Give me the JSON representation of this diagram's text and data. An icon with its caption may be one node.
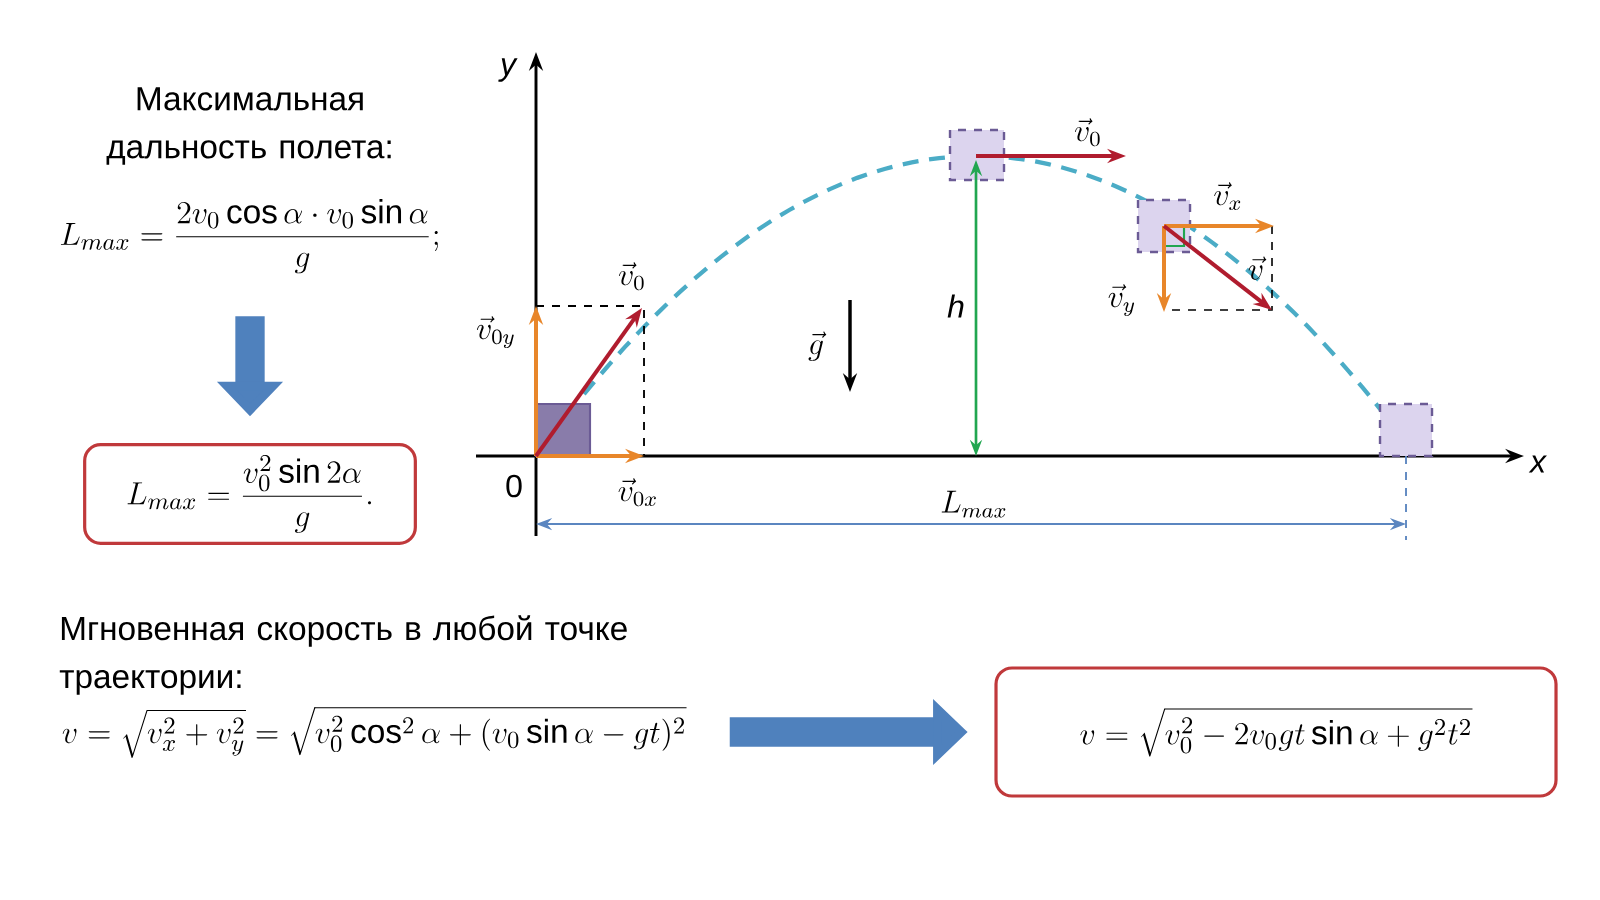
{
  "diagram": {
    "nodes": [
      {
        "text": [
          "L_{max} = \\frac{2v_0\\cos\\alpha\\cdot v_0\\sin\\alpha}{g};"
        ]
      },
      {
        "text": [
          "L_{max} = \\frac{v_0^2\\sin 2\\alpha}{g}."
        ]
      },
      {
        "text": [
          "v = \\sqrt{v_x^2+v_y^2} = \\sqrt{v_0^2\\cos^2\\alpha + (v_0\\sin\\alpha - gt)^2}"
        ]
      },
      {
        "text": [
          "v = \\sqrt{v_0^2 - 2v_0gt\\sin\\alpha + g^2t^2}"
        ]
      }
    ],
    "edges": [
      {
        "from": 0,
        "to": 1,
        "arrow": "to"
      },
      {
        "from": 2,
        "to": 3,
        "arrow": "to"
      }
    ],
    "labels": [
      "Максимальная дальность полета:",
      "y",
      "\\vec{v}_0",
      "\\vec{v}_x",
      "\\vec{v}_0",
      "\\vec{v}",
      "h",
      "\\vec{v}_y",
      "\\vec{v}_{0y}",
      "\\vec{g}",
      "x",
      "0",
      "\\vec{v}_{0x}",
      "L_{max}",
      "Мгновенная скорость в любой точке траектории:"
    ]
  }
}
